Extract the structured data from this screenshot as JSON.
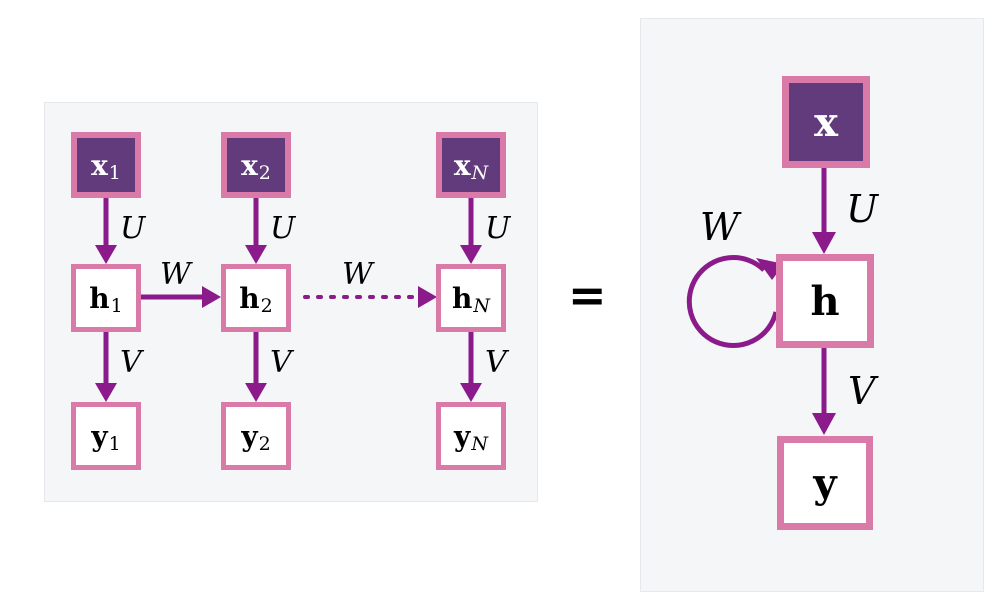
{
  "colors": {
    "accent": "#8b1a8b",
    "input_fill": "#613b7c",
    "node_border": "#d97aa9",
    "panel_bg": "#f5f6f8"
  },
  "unrolled": {
    "steps": [
      {
        "x": "x",
        "x_sub": "1",
        "h": "h",
        "h_sub": "1",
        "y": "y",
        "y_sub": "1"
      },
      {
        "x": "x",
        "x_sub": "2",
        "h": "h",
        "h_sub": "2",
        "y": "y",
        "y_sub": "2"
      },
      {
        "x": "x",
        "x_sub": "N",
        "h": "h",
        "h_sub": "N",
        "y": "y",
        "y_sub": "N"
      }
    ],
    "u_label": "U",
    "v_label": "V",
    "w_label": "W"
  },
  "equals": "=",
  "rolled": {
    "x": "x",
    "h": "h",
    "y": "y",
    "u_label": "U",
    "v_label": "V",
    "w_label": "W"
  }
}
